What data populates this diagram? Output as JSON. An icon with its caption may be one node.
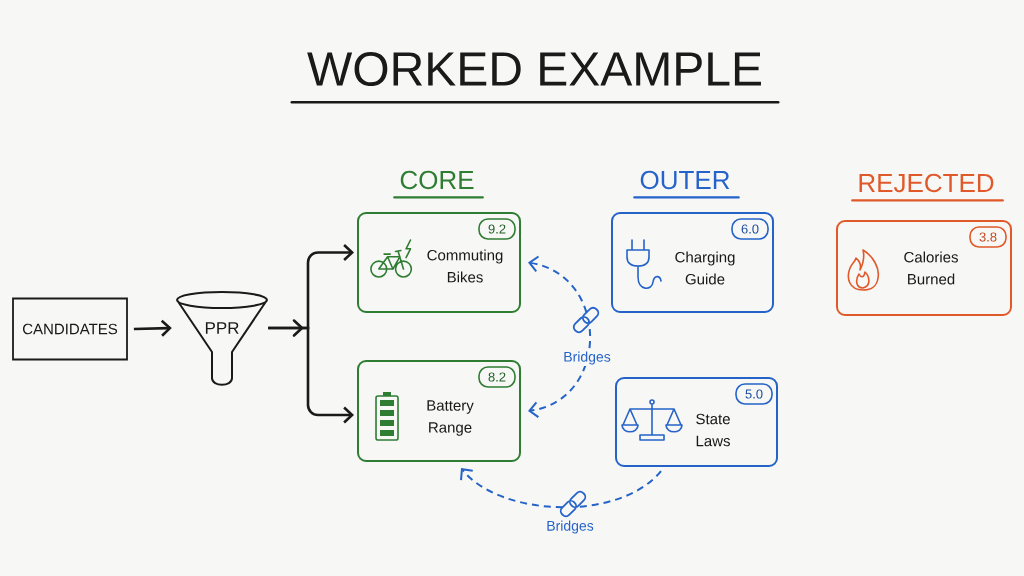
{
  "diagram": {
    "title": "WORKED EXAMPLE",
    "nodes": [
      {
        "text": [
          "CANDIDATES"
        ]
      },
      {
        "text": [
          "PPR"
        ]
      },
      {
        "text": [
          "Commuting Bikes"
        ]
      },
      {
        "text": [
          "9.2"
        ],
        "in": 2
      },
      {
        "text": [
          "Battery Range"
        ]
      },
      {
        "text": [
          "8.2"
        ],
        "in": 4
      },
      {
        "text": [
          "Charging Guide"
        ]
      },
      {
        "text": [
          "6.0"
        ],
        "in": 6
      },
      {
        "text": [
          "State Laws"
        ]
      },
      {
        "text": [
          "5.0"
        ],
        "in": 8
      },
      {
        "text": [
          "Calories Burned"
        ]
      },
      {
        "text": [
          "3.8"
        ],
        "in": 10
      }
    ],
    "edges": [
      {
        "from": 0,
        "to": 1,
        "arrow": "to"
      },
      {
        "from": 1,
        "to": 2,
        "arrow": "to"
      },
      {
        "from": 1,
        "to": 4,
        "arrow": "to"
      },
      {
        "from": 2,
        "to": 4,
        "arrow": "both",
        "label": "Bridges",
        "style": "dashed",
        "color": "#2563c9"
      },
      {
        "from": 8,
        "to": 4,
        "arrow": "to",
        "label": "Bridges",
        "style": "dashed",
        "color": "#2563c9"
      }
    ],
    "labels": [
      "CORE",
      "OUTER",
      "REJECTED"
    ]
  }
}
